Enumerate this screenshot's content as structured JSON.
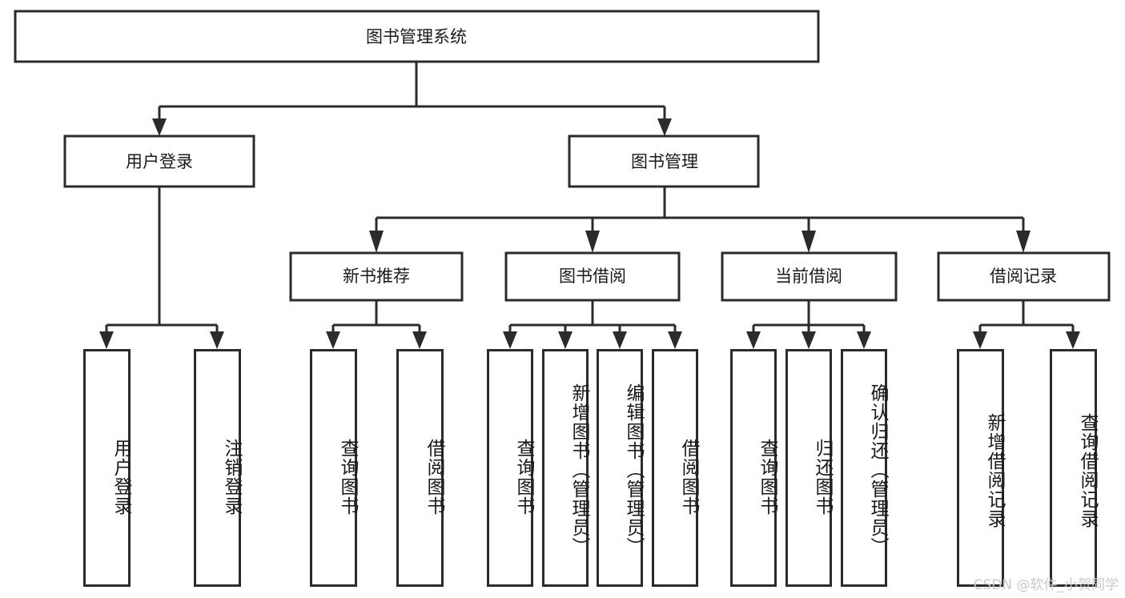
{
  "diagram": {
    "type": "hierarchy-tree",
    "title": "图书管理系统",
    "root": {
      "id": "root",
      "label": "图书管理系统",
      "orientation": "horizontal"
    },
    "level2": [
      {
        "id": "user-login",
        "label": "用户登录",
        "orientation": "horizontal"
      },
      {
        "id": "book-manage",
        "label": "图书管理",
        "orientation": "horizontal"
      }
    ],
    "level3": [
      {
        "id": "new-book-recommend",
        "label": "新书推荐",
        "orientation": "horizontal",
        "parent": "book-manage"
      },
      {
        "id": "book-borrow",
        "label": "图书借阅",
        "orientation": "horizontal",
        "parent": "book-manage"
      },
      {
        "id": "current-borrow",
        "label": "当前借阅",
        "orientation": "horizontal",
        "parent": "book-manage"
      },
      {
        "id": "borrow-record",
        "label": "借阅记录",
        "orientation": "horizontal",
        "parent": "book-manage"
      }
    ],
    "leaves": [
      {
        "id": "leaf-user-login",
        "label": "用户登录",
        "orientation": "vertical",
        "parent": "user-login"
      },
      {
        "id": "leaf-user-logout",
        "label": "注销登录",
        "orientation": "vertical",
        "parent": "user-login"
      },
      {
        "id": "leaf-query-book-1",
        "label": "查询图书",
        "orientation": "vertical",
        "parent": "new-book-recommend"
      },
      {
        "id": "leaf-borrow-book-1",
        "label": "借阅图书",
        "orientation": "vertical",
        "parent": "new-book-recommend"
      },
      {
        "id": "leaf-query-book-2",
        "label": "查询图书",
        "orientation": "vertical",
        "parent": "book-borrow"
      },
      {
        "id": "leaf-add-book",
        "label": "新增图书（管理员）",
        "orientation": "vertical",
        "parent": "book-borrow"
      },
      {
        "id": "leaf-edit-book",
        "label": "编辑图书（管理员）",
        "orientation": "vertical",
        "parent": "book-borrow"
      },
      {
        "id": "leaf-borrow-book-2",
        "label": "借阅图书",
        "orientation": "vertical",
        "parent": "book-borrow"
      },
      {
        "id": "leaf-query-book-3",
        "label": "查询图书",
        "orientation": "vertical",
        "parent": "current-borrow"
      },
      {
        "id": "leaf-return-book",
        "label": "归还图书",
        "orientation": "vertical",
        "parent": "current-borrow"
      },
      {
        "id": "leaf-confirm-return",
        "label": "确认归还（管理员）",
        "orientation": "vertical",
        "parent": "current-borrow"
      },
      {
        "id": "leaf-add-record",
        "label": "新增借阅记录",
        "orientation": "vertical",
        "parent": "borrow-record"
      },
      {
        "id": "leaf-query-record",
        "label": "查询借阅记录",
        "orientation": "vertical",
        "parent": "borrow-record"
      }
    ],
    "colors": {
      "box_stroke": "#2b2b2b",
      "box_fill": "#ffffff",
      "connector": "#2b2b2b",
      "text": "#1a1a1a",
      "watermark": "#c9c9c9",
      "background": "#ffffff"
    }
  },
  "watermark": {
    "text": "CSDN @软件_小贺同学"
  }
}
